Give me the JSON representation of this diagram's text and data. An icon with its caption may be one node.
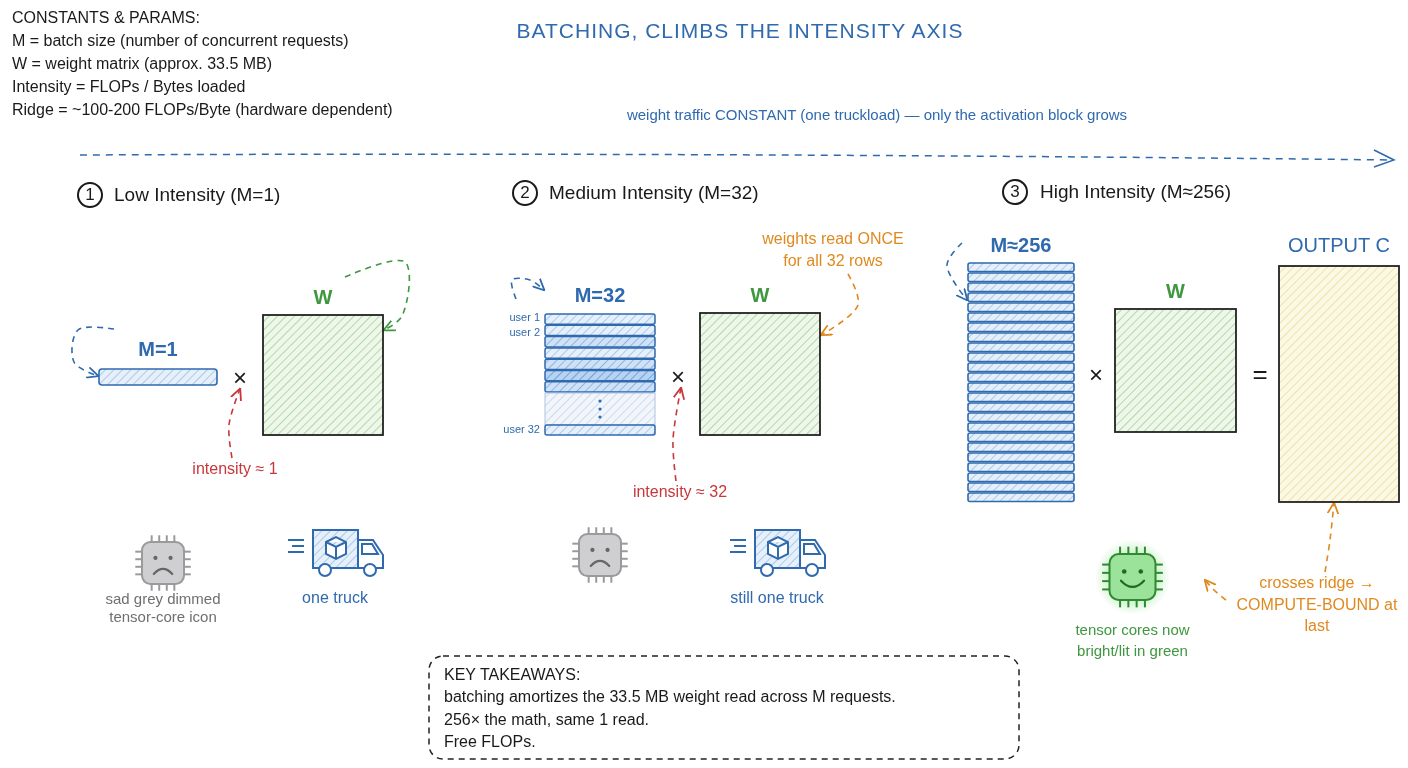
{
  "diagram": {
    "title": "BATCHING, CLIMBS THE INTENSITY AXIS",
    "nodes": [
      {
        "text": [
          "M=1"
        ]
      },
      {
        "text": [
          "×"
        ]
      },
      {
        "text": [
          "W"
        ]
      },
      {
        "text": [
          "intensity ≈ 1"
        ]
      },
      {
        "text": [
          "M=32"
        ]
      },
      {
        "text": [
          "×"
        ]
      },
      {
        "text": [
          "W"
        ]
      },
      {
        "text": [
          "weights read ONCE for all 32 rows"
        ]
      },
      {
        "text": [
          "intensity ≈ 32"
        ]
      },
      {
        "text": [
          "M≈256"
        ]
      },
      {
        "text": [
          "W"
        ]
      },
      {
        "text": [
          "OUTPUT C"
        ]
      },
      {
        "text": [
          "tensor cores now bright/lit in green"
        ]
      },
      {
        "text": [
          "crosses ridge → COMPUTE-BOUND at last"
        ]
      },
      {
        "text": [
          "KEY TAKEAWAYS:",
          "batching amortizes the 33.5 MB weight read across M requests.",
          "256× the math, same 1 read.",
          "Free FLOPs."
        ]
      }
    ],
    "edges": [
      {
        "from": null,
        "to": 0,
        "arrow": "to",
        "style": "dashed",
        "color": "#2f6aae"
      },
      {
        "from": null,
        "to": 2,
        "arrow": "to",
        "style": "dashed",
        "color": "#3f973f"
      },
      {
        "from": 3,
        "to": 1,
        "arrow": "to",
        "style": "dashed",
        "color": "#c8373a"
      },
      {
        "from": null,
        "to": 4,
        "arrow": "to",
        "style": "dashed",
        "color": "#2f6aae"
      },
      {
        "from": 7,
        "to": 6,
        "arrow": "to",
        "style": "dashed",
        "color": "#e0891f"
      },
      {
        "from": 8,
        "to": 5,
        "arrow": "to",
        "style": "dashed",
        "color": "#c8373a"
      },
      {
        "from": null,
        "to": 9,
        "arrow": "to",
        "style": "dashed",
        "color": "#2f6aae"
      },
      {
        "from": 13,
        "to": 11,
        "arrow": "to",
        "style": "dashed",
        "color": "#e0891f"
      },
      {
        "from": 13,
        "to": 12,
        "arrow": "to",
        "style": "dashed",
        "color": "#e0891f"
      }
    ],
    "labels": [
      "CONSTANTS & PARAMS:",
      "M = batch size (number of concurrent requests)",
      "W = weight matrix (approx. 33.5 MB)",
      "Intensity = FLOPs / Bytes loaded",
      "Ridge = ~100-200 FLOPs/Byte (hardware dependent)",
      "weight traffic CONSTANT (one truckload) — only the activation block grows",
      "1",
      "Low Intensity (M=1)",
      "2",
      "Medium Intensity (M=32)",
      "3",
      "High Intensity (M≈256)",
      "user 1",
      "user 2",
      "user 32",
      "×",
      "=",
      "sad grey dimmed tensor-core icon",
      "one truck",
      "still one truck"
    ]
  }
}
